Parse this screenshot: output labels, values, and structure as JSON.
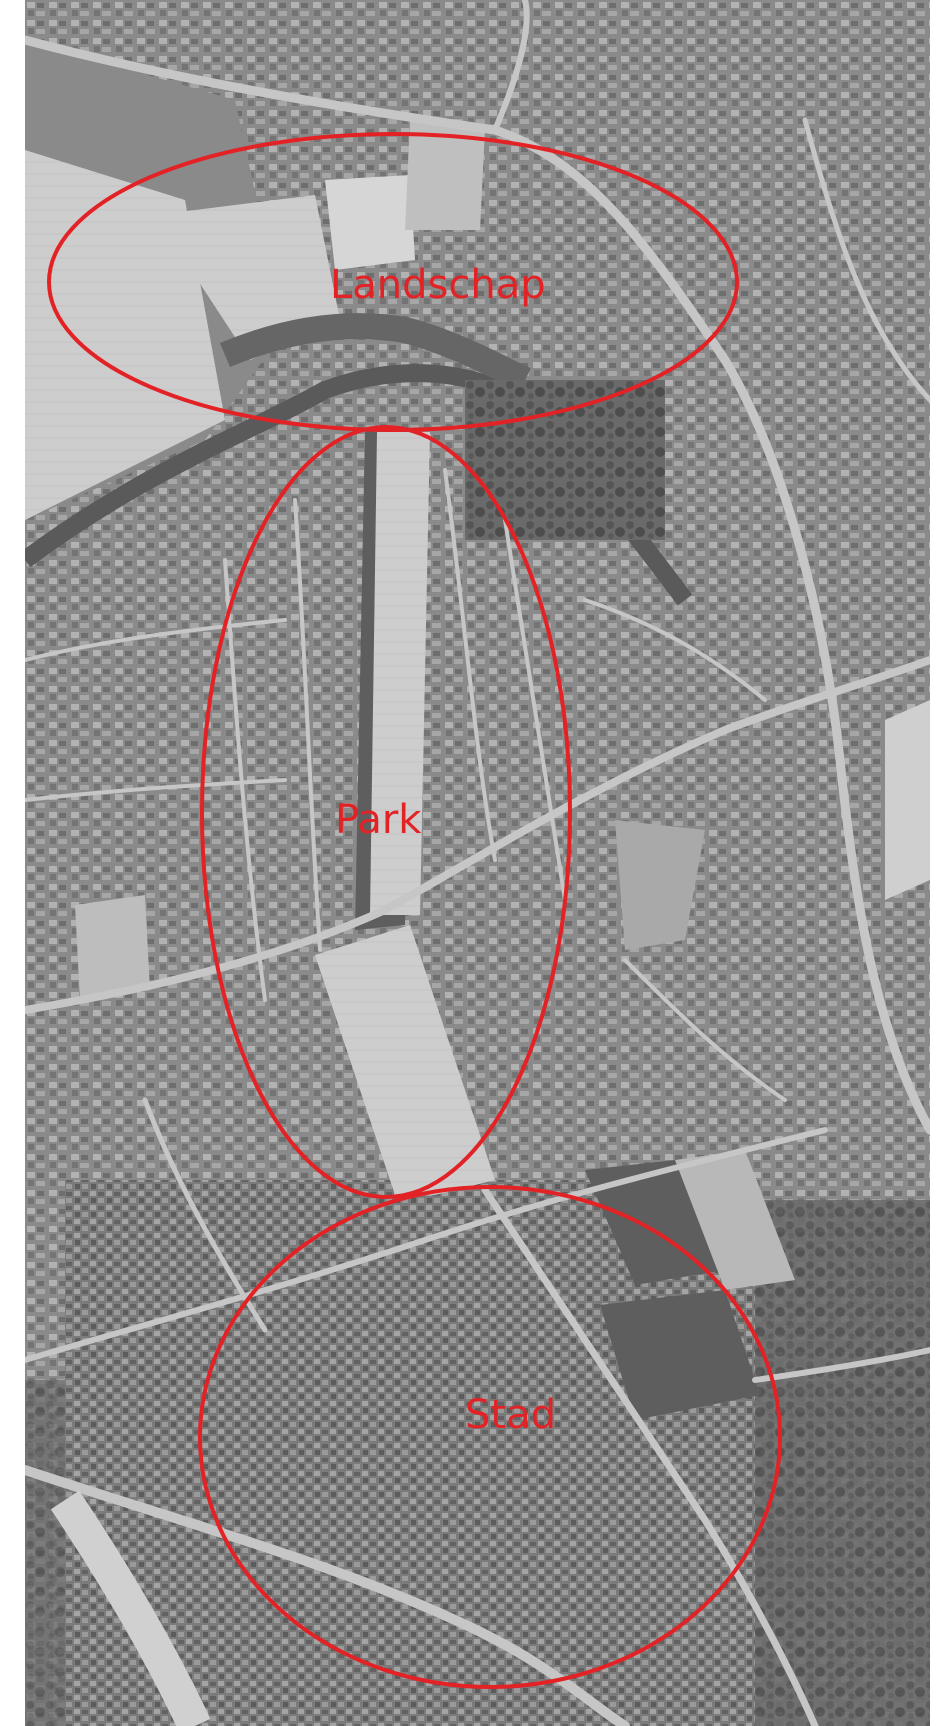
{
  "map": {
    "regions": [
      {
        "name": "landschap",
        "label": "Landschap"
      },
      {
        "name": "park",
        "label": "Park"
      },
      {
        "name": "stad",
        "label": "Stad"
      }
    ],
    "colors": {
      "annotation": "#e32226",
      "aerial_base": "#8c8c8c",
      "field_light": "#cfcfcf",
      "vegetation_dark": "#5f5f5f",
      "road": "#c4c4c4",
      "water": "#6a6a6a"
    }
  }
}
